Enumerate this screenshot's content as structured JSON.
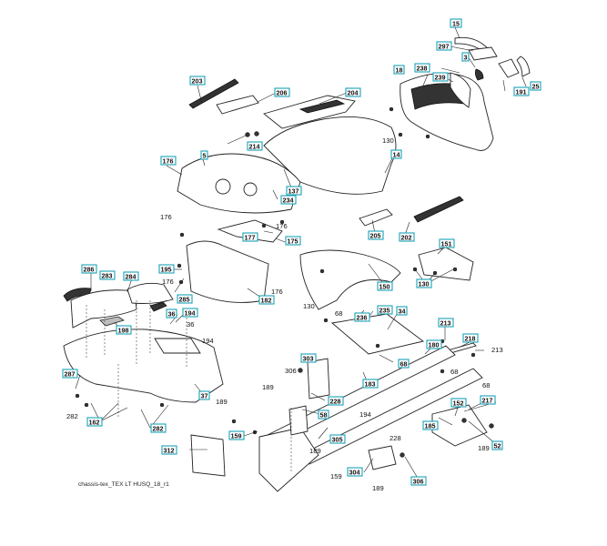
{
  "diagram": {
    "title": "chassis-tex_TEX LT HUSQ_18_r1",
    "highlight_color": "#1aa3b8",
    "boxed_callouts": [
      {
        "id": "c15",
        "label": "15"
      },
      {
        "id": "c297",
        "label": "297"
      },
      {
        "id": "c3",
        "label": "3"
      },
      {
        "id": "c18",
        "label": "18"
      },
      {
        "id": "c238",
        "label": "238"
      },
      {
        "id": "c239",
        "label": "239"
      },
      {
        "id": "c191",
        "label": "191"
      },
      {
        "id": "c25",
        "label": "25"
      },
      {
        "id": "c203",
        "label": "203"
      },
      {
        "id": "c206",
        "label": "206"
      },
      {
        "id": "c204",
        "label": "204"
      },
      {
        "id": "c214",
        "label": "214"
      },
      {
        "id": "c5",
        "label": "5"
      },
      {
        "id": "c176a",
        "label": "176"
      },
      {
        "id": "c137",
        "label": "137"
      },
      {
        "id": "c234",
        "label": "234"
      },
      {
        "id": "c14",
        "label": "14"
      },
      {
        "id": "c177",
        "label": "177"
      },
      {
        "id": "c175",
        "label": "175"
      },
      {
        "id": "c205",
        "label": "205"
      },
      {
        "id": "c202",
        "label": "202"
      },
      {
        "id": "c151",
        "label": "151"
      },
      {
        "id": "c150",
        "label": "150"
      },
      {
        "id": "c130b",
        "label": "130"
      },
      {
        "id": "c195",
        "label": "195"
      },
      {
        "id": "c182",
        "label": "182"
      },
      {
        "id": "c286",
        "label": "286"
      },
      {
        "id": "c283",
        "label": "283"
      },
      {
        "id": "c284",
        "label": "284"
      },
      {
        "id": "c285",
        "label": "285"
      },
      {
        "id": "c198",
        "label": "198"
      },
      {
        "id": "c36a",
        "label": "36"
      },
      {
        "id": "c194a",
        "label": "194"
      },
      {
        "id": "c235",
        "label": "235"
      },
      {
        "id": "c236",
        "label": "236"
      },
      {
        "id": "c34",
        "label": "34"
      },
      {
        "id": "c213a",
        "label": "213"
      },
      {
        "id": "c218",
        "label": "218"
      },
      {
        "id": "c180",
        "label": "180"
      },
      {
        "id": "c68b",
        "label": "68"
      },
      {
        "id": "c303",
        "label": "303"
      },
      {
        "id": "c183",
        "label": "183"
      },
      {
        "id": "c287",
        "label": "287"
      },
      {
        "id": "c37",
        "label": "37"
      },
      {
        "id": "c162",
        "label": "162"
      },
      {
        "id": "c282b",
        "label": "282"
      },
      {
        "id": "c228a",
        "label": "228"
      },
      {
        "id": "c58",
        "label": "58"
      },
      {
        "id": "c305",
        "label": "305"
      },
      {
        "id": "c159a",
        "label": "159"
      },
      {
        "id": "c312",
        "label": "312"
      },
      {
        "id": "c304",
        "label": "304"
      },
      {
        "id": "c306b",
        "label": "306"
      },
      {
        "id": "c185",
        "label": "185"
      },
      {
        "id": "c152",
        "label": "152"
      },
      {
        "id": "c217",
        "label": "217"
      },
      {
        "id": "c52",
        "label": "52"
      }
    ],
    "plain_callouts": [
      {
        "id": "p130a",
        "label": "130"
      },
      {
        "id": "p176b",
        "label": "176"
      },
      {
        "id": "p176c",
        "label": "176"
      },
      {
        "id": "p176d",
        "label": "176"
      },
      {
        "id": "p176e",
        "label": "176"
      },
      {
        "id": "p176f",
        "label": "176"
      },
      {
        "id": "p130c",
        "label": "130"
      },
      {
        "id": "p68a",
        "label": "68"
      },
      {
        "id": "p36b",
        "label": "36"
      },
      {
        "id": "p194b",
        "label": "194"
      },
      {
        "id": "p213b",
        "label": "213"
      },
      {
        "id": "p68c",
        "label": "68"
      },
      {
        "id": "p68d",
        "label": "68"
      },
      {
        "id": "p306a",
        "label": "306"
      },
      {
        "id": "p189a",
        "label": "189"
      },
      {
        "id": "p189b",
        "label": "189"
      },
      {
        "id": "p189c",
        "label": "189"
      },
      {
        "id": "p189d",
        "label": "189"
      },
      {
        "id": "p189e",
        "label": "189"
      },
      {
        "id": "p194c",
        "label": "194"
      },
      {
        "id": "p228b",
        "label": "228"
      },
      {
        "id": "p159b",
        "label": "159"
      },
      {
        "id": "p282a",
        "label": "282"
      }
    ]
  }
}
